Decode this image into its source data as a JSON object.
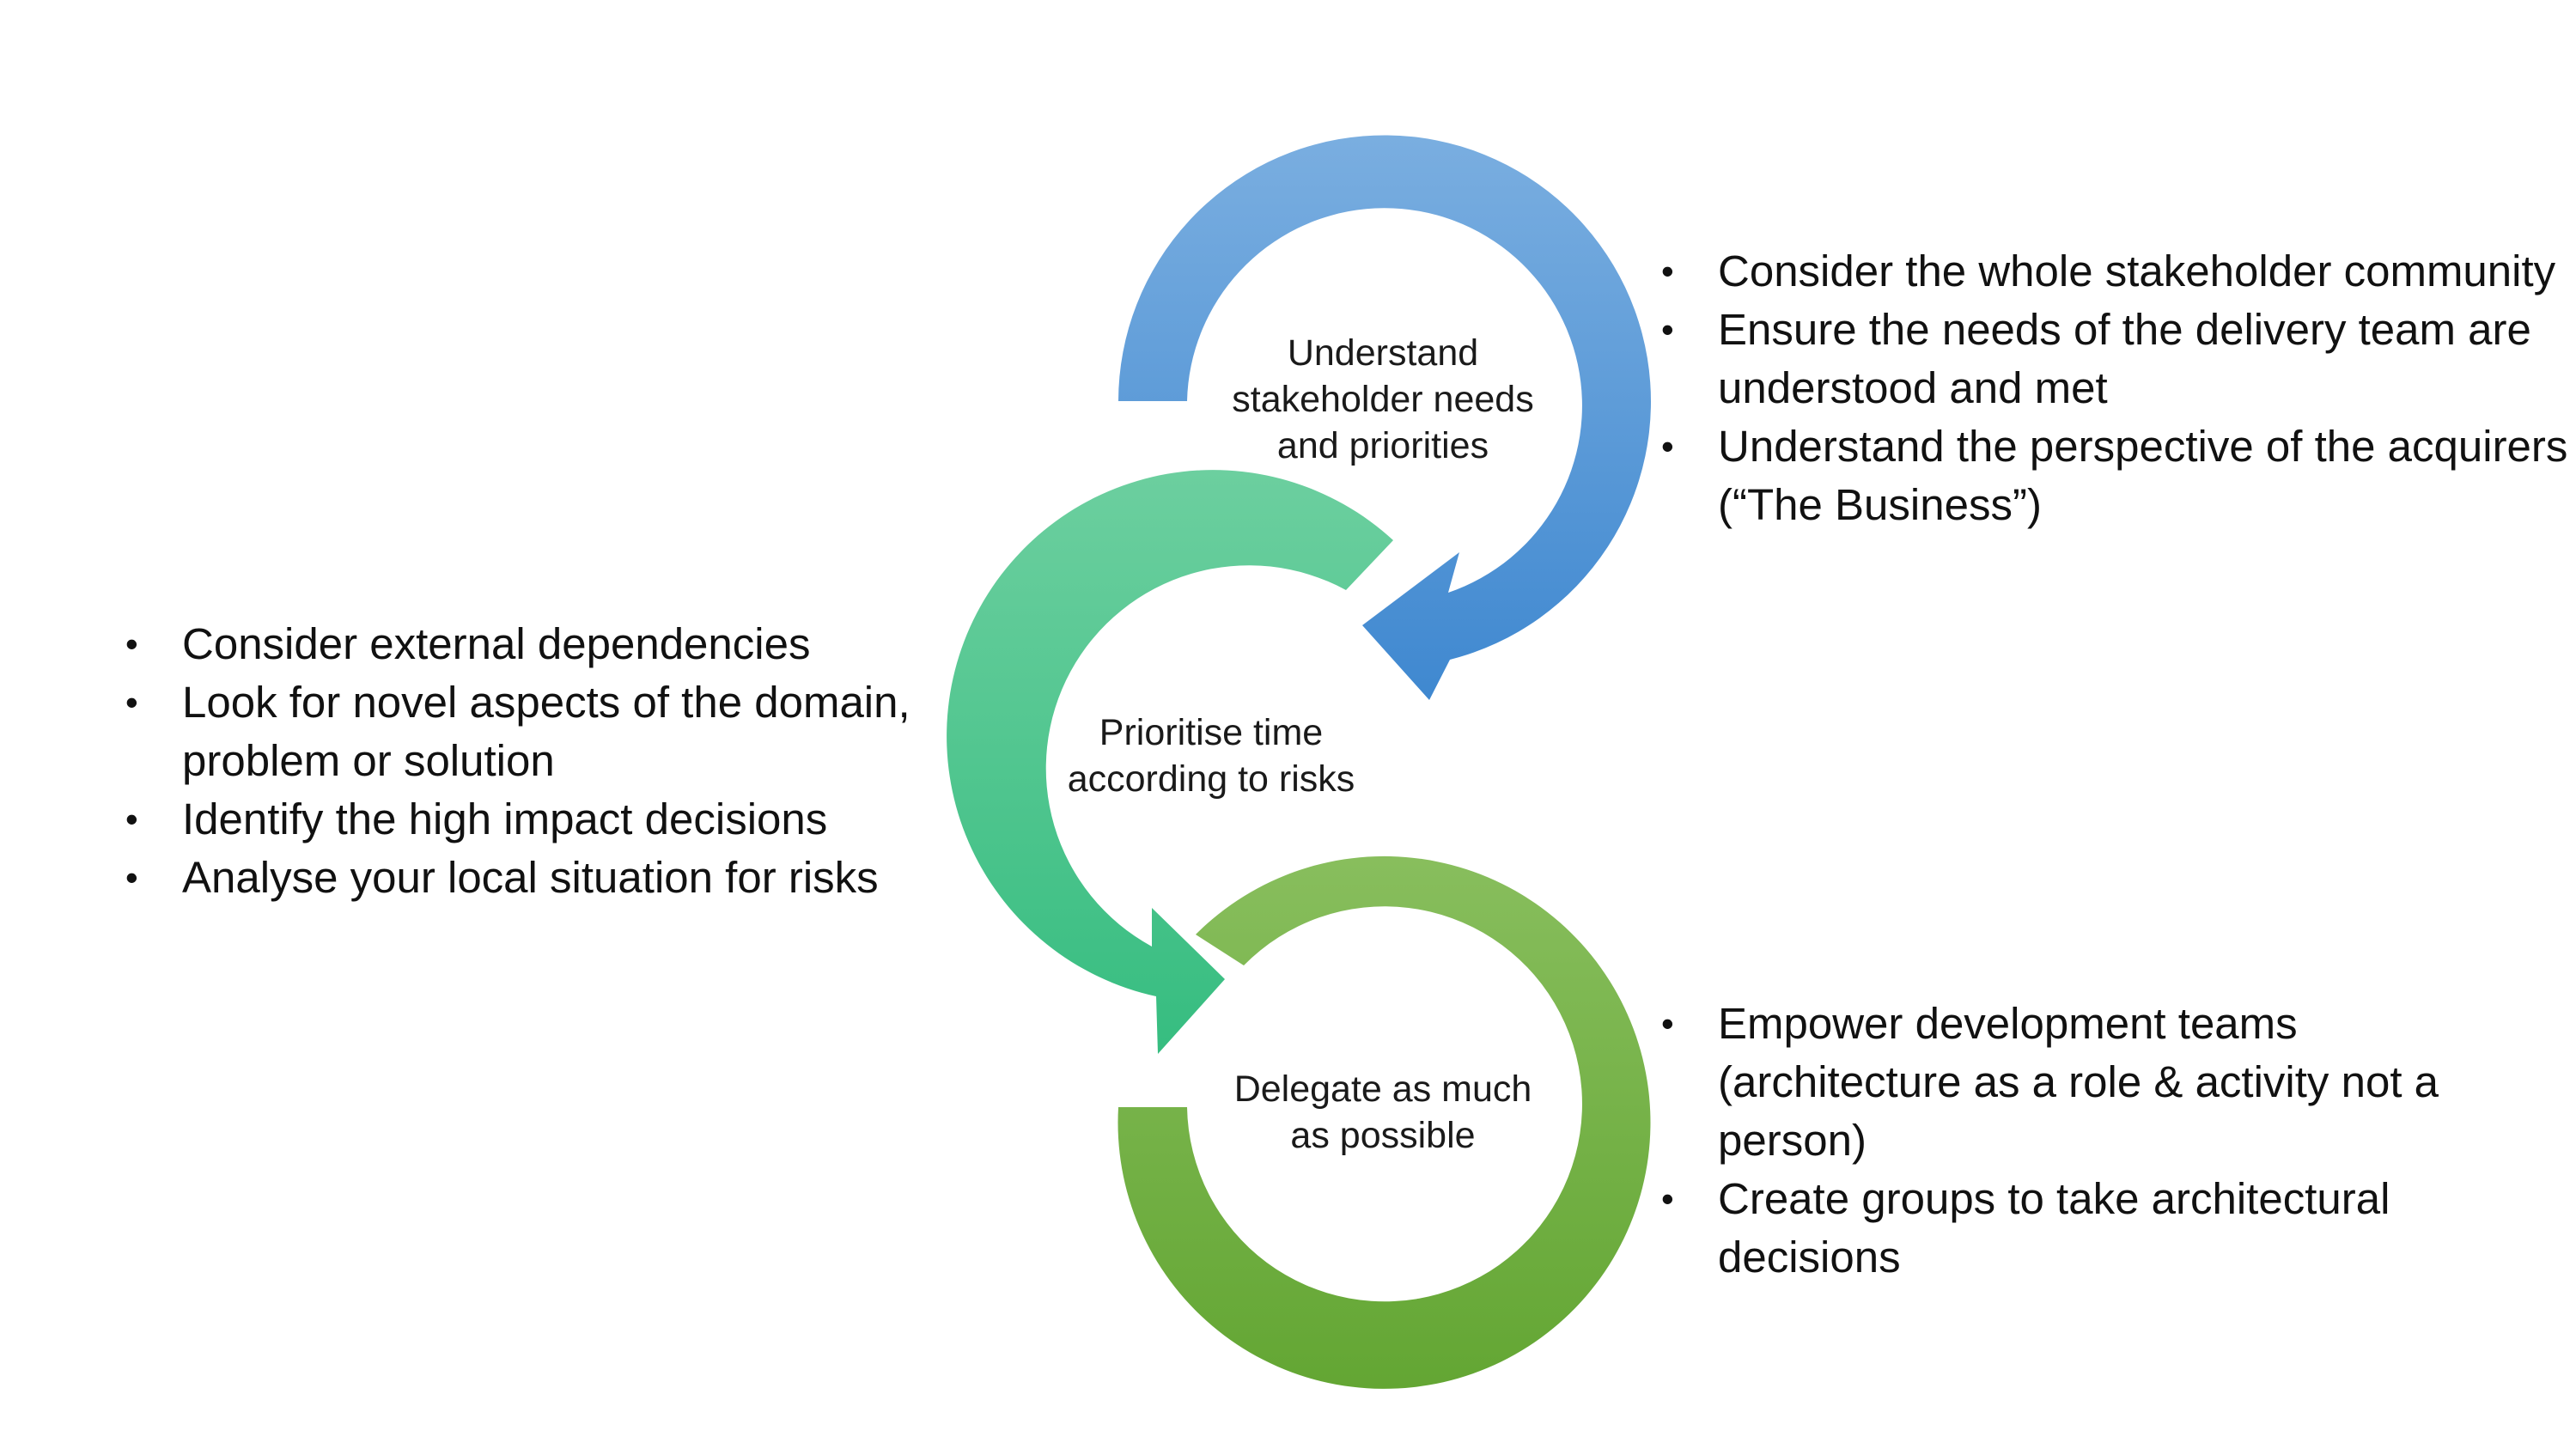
{
  "steps": [
    {
      "label": "Understand stakeholder needs and priorities",
      "color_start": "#7aaee0",
      "color_end": "#3f88d0"
    },
    {
      "label": "Prioritise time according to risks",
      "color_start": "#6ccf9f",
      "color_end": "#36bd80"
    },
    {
      "label": "Delegate as much as possible",
      "color_start": "#88be5d",
      "color_end": "#63a633"
    }
  ],
  "lists": {
    "right_top": [
      "Consider the whole stakeholder community",
      "Ensure the needs of the delivery team are understood and met",
      "Understand the perspective of the acquirers (“The Business”)"
    ],
    "left_middle": [
      "Consider external dependencies",
      "Look for novel aspects of the domain, problem or solution",
      "Identify the high impact decisions",
      "Analyse your local situation for risks"
    ],
    "right_bottom": [
      "Empower development teams (architecture as a role & activity not a person)",
      "Create groups to take architectural decisions"
    ]
  }
}
